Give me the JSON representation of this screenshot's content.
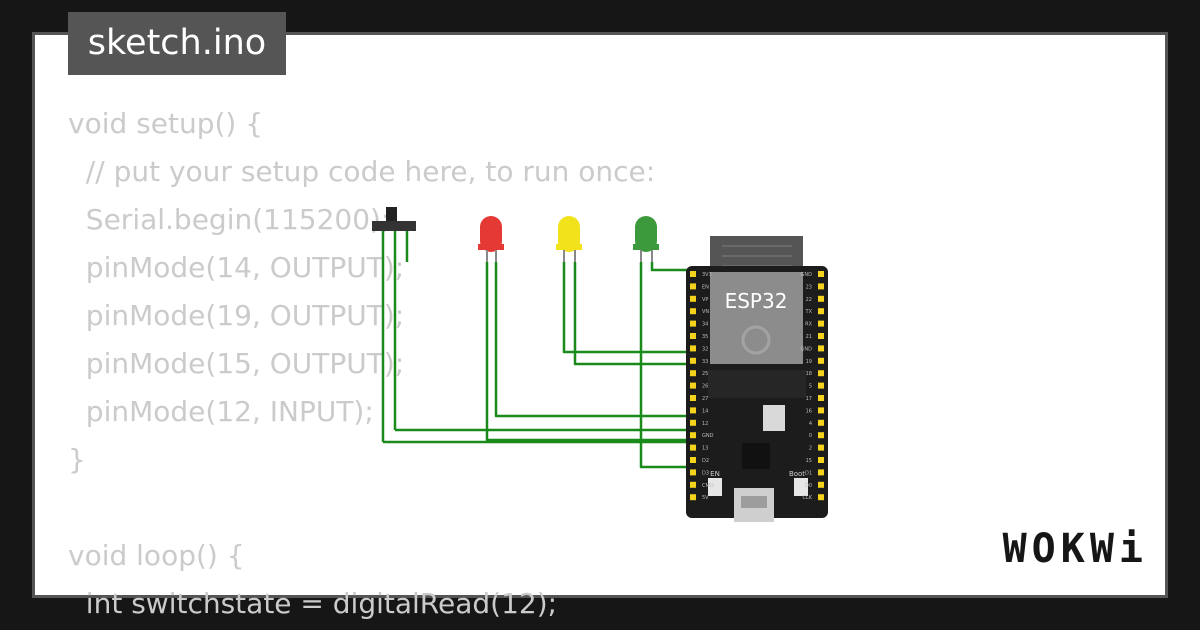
{
  "tab": {
    "filename": "sketch.ino"
  },
  "code": {
    "lines": [
      "void setup() {",
      "  // put your setup code here, to run once:",
      "  Serial.begin(115200);",
      "  pinMode(14, OUTPUT);",
      "  pinMode(19, OUTPUT);",
      "  pinMode(15, OUTPUT);",
      "  pinMode(12, INPUT);",
      "}",
      "",
      "void loop() {",
      "  int switchstate = digitalRead(12);"
    ]
  },
  "board": {
    "label": "ESP32",
    "en_label": "EN",
    "boot_label": "Boot",
    "left_pins": [
      "3V3",
      "EN",
      "VP",
      "VN",
      "34",
      "35",
      "32",
      "33",
      "25",
      "26",
      "27",
      "14",
      "12",
      "GND",
      "13",
      "D2",
      "D3",
      "CMD",
      "5V"
    ],
    "right_pins": [
      "GND",
      "23",
      "22",
      "TX",
      "RX",
      "21",
      "GND",
      "19",
      "18",
      "5",
      "17",
      "16",
      "4",
      "0",
      "2",
      "15",
      "D1",
      "D0",
      "CLK"
    ]
  },
  "colors": {
    "wire": "#1a8a1a",
    "led_red": "#e53935",
    "led_yellow": "#f2e21b",
    "led_green": "#3c9a3c",
    "board": "#1c1c1c",
    "pin": "#f5d31d",
    "code_text": "#cbcbcb",
    "tab_bg": "#555555"
  },
  "logo": {
    "text": "WOKWi"
  }
}
